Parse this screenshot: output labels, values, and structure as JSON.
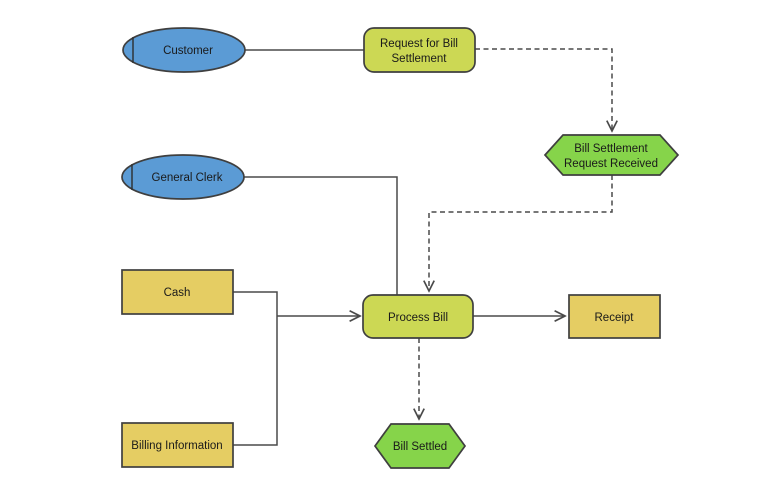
{
  "diagram": {
    "type": "epc-process-diagram",
    "background": "#ffffff",
    "nodes": {
      "customer": {
        "label": "Customer",
        "kind": "organization-unit"
      },
      "general_clerk": {
        "label": "General Clerk",
        "kind": "organization-unit"
      },
      "request_for_bill_settlement": {
        "line1": "Request for Bill",
        "line2": "Settlement",
        "kind": "function"
      },
      "bill_settlement_request_received": {
        "line1": "Bill Settlement",
        "line2": "Request Received",
        "kind": "event"
      },
      "process_bill": {
        "label": "Process Bill",
        "kind": "function"
      },
      "receipt": {
        "label": "Receipt",
        "kind": "data-store"
      },
      "cash": {
        "label": "Cash",
        "kind": "data-store"
      },
      "billing_information": {
        "label": "Billing Information",
        "kind": "data-store"
      },
      "bill_settled": {
        "label": "Bill Settled",
        "kind": "event"
      }
    },
    "connectors": [
      {
        "from": "customer",
        "to": "request_for_bill_settlement",
        "style": "solid",
        "arrow": false
      },
      {
        "from": "request_for_bill_settlement",
        "to": "bill_settlement_request_received",
        "style": "dashed",
        "arrow": true
      },
      {
        "from": "bill_settlement_request_received",
        "to": "process_bill",
        "style": "dashed",
        "arrow": true
      },
      {
        "from": "general_clerk",
        "to": "process_bill",
        "style": "solid",
        "arrow": false
      },
      {
        "from": "cash",
        "to": "process_bill",
        "style": "solid",
        "arrow": true
      },
      {
        "from": "billing_information",
        "to": "process_bill",
        "style": "solid",
        "arrow": true
      },
      {
        "from": "process_bill",
        "to": "receipt",
        "style": "solid",
        "arrow": true
      },
      {
        "from": "process_bill",
        "to": "bill_settled",
        "style": "dashed",
        "arrow": true
      }
    ],
    "colors": {
      "organization_fill": "#5b9bd5",
      "function_fill": "#ccd854",
      "event_fill": "#86d44a",
      "data_store_fill": "#e5cd63",
      "shape_border": "#3f3f3f",
      "connector": "#4a4a4a",
      "text": "#1a1a1a",
      "background": "#ffffff"
    }
  }
}
